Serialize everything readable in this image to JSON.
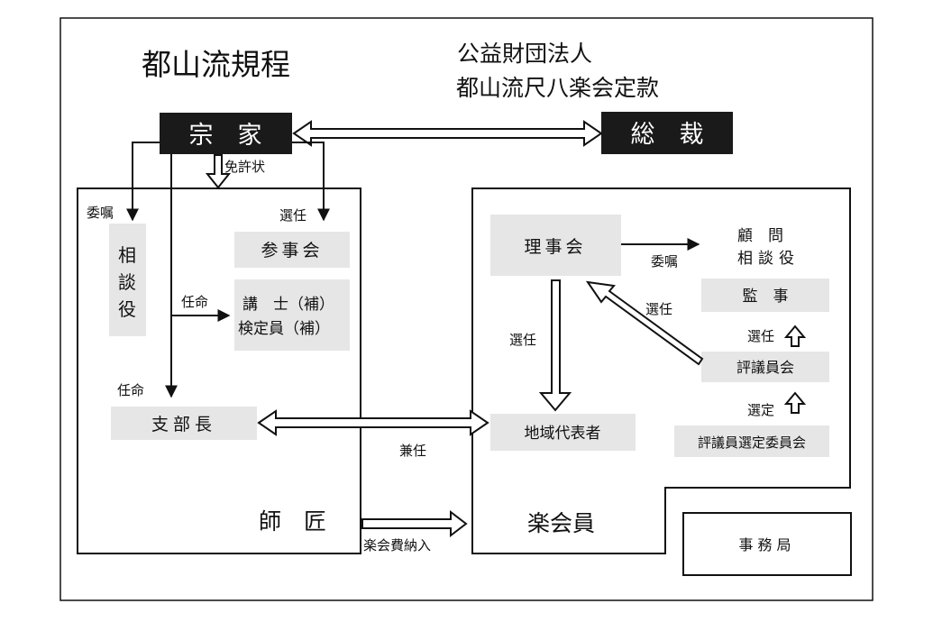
{
  "titles": {
    "main": "都山流規程",
    "foundation_line1": "公益財団法人",
    "foundation_line2": "都山流尺八楽会定款"
  },
  "nodes": {
    "souke": "宗　家",
    "sousai": "総　裁",
    "soudanyaku_left": [
      "相",
      "談",
      "役"
    ],
    "sanjikai": "参事会",
    "koushi": "講　士（補）",
    "kenteiin": "検定員（補）",
    "shibuchou": "支部長",
    "shishou": "師　匠",
    "rijikai": "理事会",
    "komon": "顧　問",
    "soudanyaku_right": "相談役",
    "kanji": "監　事",
    "hyougiinkai": "評議員会",
    "chiiki": "地域代表者",
    "senteiiinkai": "評議員選定委員会",
    "gakkaiin": "楽会員",
    "jimukyoku": "事務局"
  },
  "labels": {
    "menkyojou": "免許状",
    "ishoku_left": "委嘱",
    "sennin_left": "選任",
    "ninmei_mid": "任命",
    "ninmei_left": "任命",
    "kennin": "兼任",
    "nounyuu": "楽会費納入",
    "ishoku_right": "委嘱",
    "sennin_mid": "選任",
    "sennin_diag": "選任",
    "sennin_right": "選任",
    "sentei": "選定"
  }
}
